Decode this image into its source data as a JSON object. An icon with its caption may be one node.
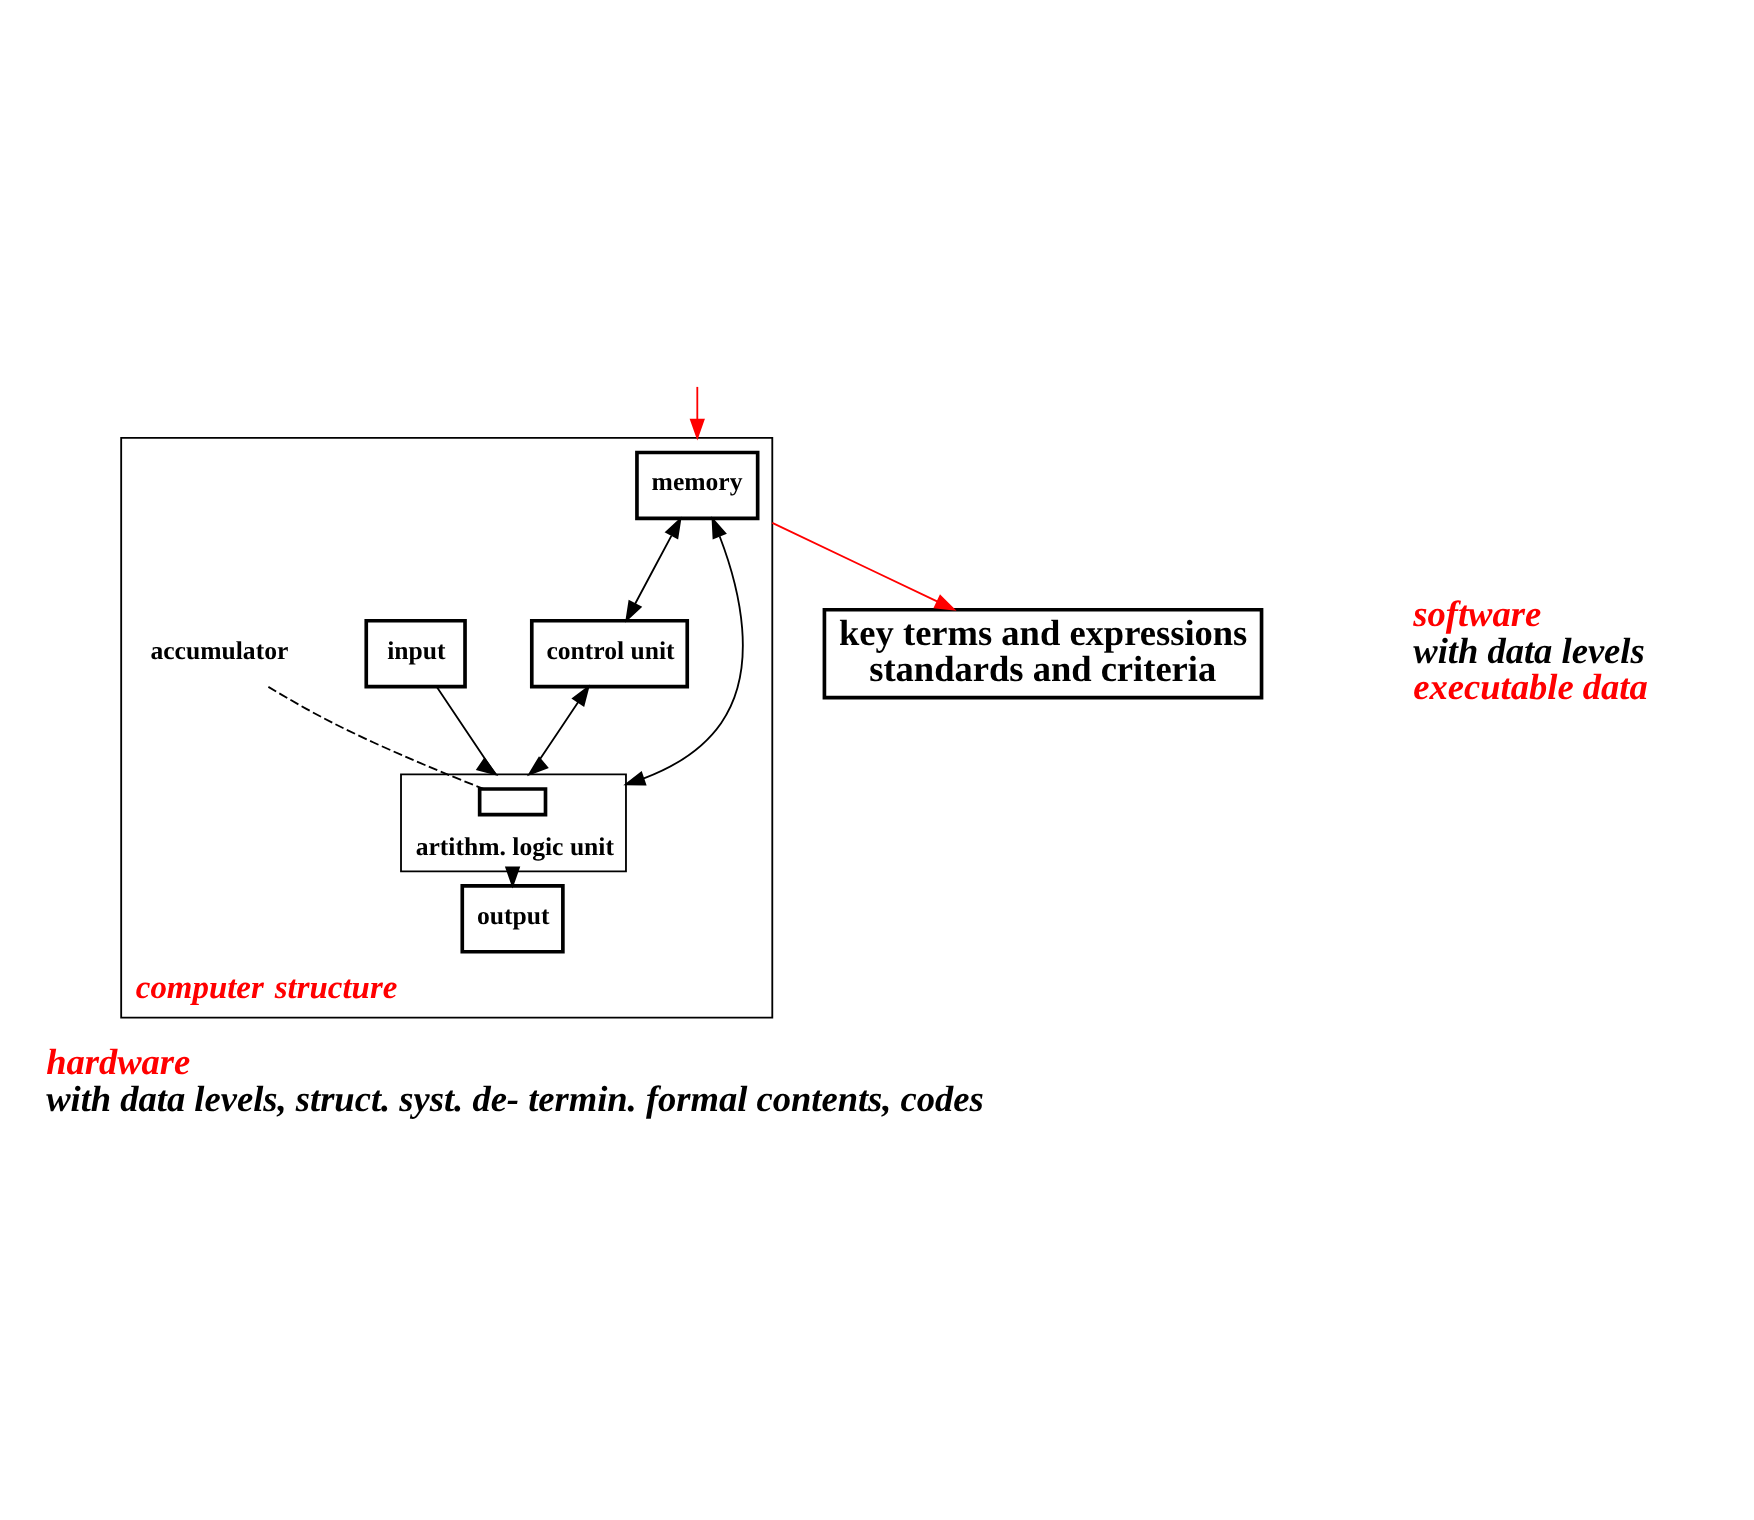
{
  "diagram": {
    "nodes": [
      {
        "text": [
          "computer",
          "structure"
        ],
        "beside": [
          "hardware",
          "with data levels, struct. syst. de- termin. formal contents, codes"
        ]
      },
      {
        "text": [
          "memory"
        ],
        "in": 0
      },
      {
        "text": [
          "input"
        ],
        "in": 0
      },
      {
        "text": [
          "control unit"
        ],
        "in": 0
      },
      {
        "text": [
          "artithm. logic unit"
        ],
        "in": 0
      },
      {
        "text": [],
        "shape": "box",
        "in": 4
      },
      {
        "text": [
          "accumulator"
        ],
        "in": 0
      },
      {
        "text": [
          "output"
        ],
        "in": 0
      },
      {
        "text": [
          "key terms and expressions",
          "standards and criteria"
        ],
        "beside": [
          "software",
          "with data levels",
          "executable data"
        ]
      }
    ],
    "edges": [
      {
        "from": null,
        "to": 0,
        "arrow": "to",
        "color": "#ff0000"
      },
      {
        "from": 1,
        "to": 3,
        "arrow": "both"
      },
      {
        "from": 1,
        "to": 4,
        "arrow": "both"
      },
      {
        "from": 3,
        "to": 4,
        "arrow": "both"
      },
      {
        "from": 2,
        "to": 4,
        "arrow": "to"
      },
      {
        "from": 4,
        "to": 7,
        "arrow": "to"
      },
      {
        "from": 6,
        "to": 5,
        "arrow": "none",
        "style": "dashed"
      },
      {
        "from": 0,
        "to": 8,
        "arrow": "to",
        "color": "#ff0000"
      }
    ]
  }
}
